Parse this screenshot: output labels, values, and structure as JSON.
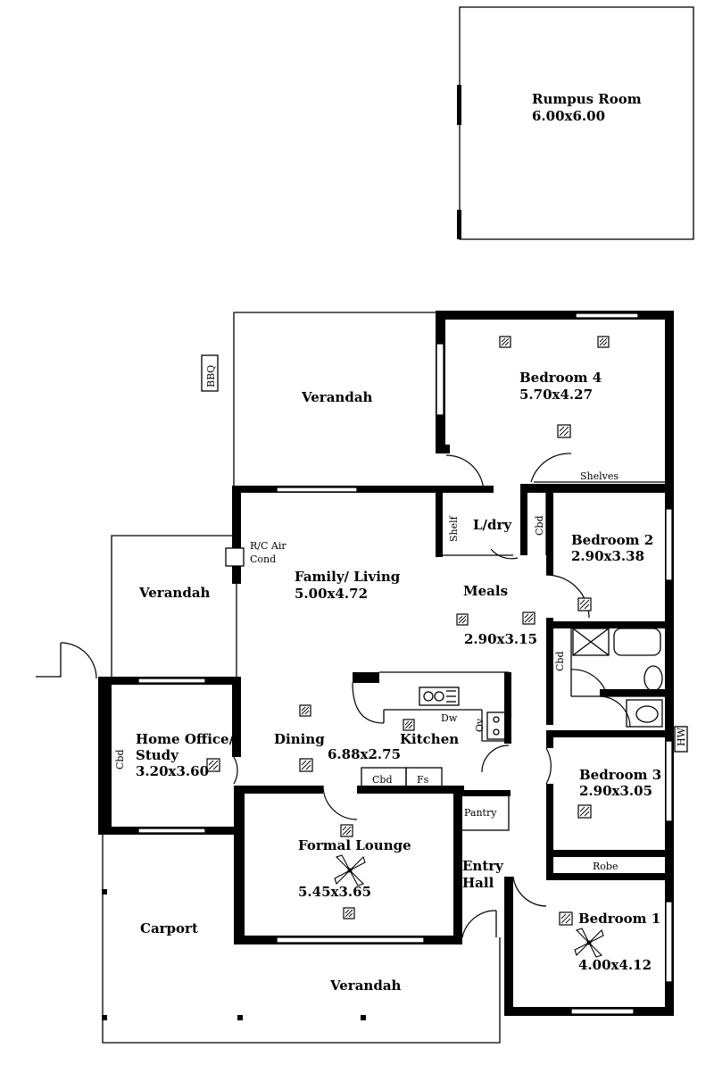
{
  "rooms": {
    "rumpus": {
      "name": "Rumpus Room",
      "size": "6.00x6.00"
    },
    "bedroom4": {
      "name": "Bedroom 4",
      "size": "5.70x4.27"
    },
    "verandah_top": {
      "name": "Verandah"
    },
    "shelves": {
      "name": "Shelves"
    },
    "shelf": {
      "name": "Shelf"
    },
    "laundry": {
      "name": "L/dry"
    },
    "cbd_laundry": {
      "name": "Cbd"
    },
    "bedroom2": {
      "name": "Bedroom 2",
      "size": "2.90x3.38"
    },
    "bbq": {
      "name": "BBQ"
    },
    "aircon": {
      "line1": "R/C Air",
      "line2": "Cond"
    },
    "family": {
      "name": "Family/ Living",
      "size": "5.00x4.72"
    },
    "meals": {
      "name": "Meals",
      "size": "2.90x3.15"
    },
    "verandah_left": {
      "name": "Verandah"
    },
    "cbd_bath": {
      "name": "Cbd"
    },
    "kitchen": {
      "name": "Kitchen",
      "dw": "Dw",
      "ov": "Ov"
    },
    "dining": {
      "name": "Dining",
      "size": "6.88x2.75"
    },
    "home_office": {
      "line1": "Home Office/",
      "line2": "Study",
      "size": "3.20x3.60"
    },
    "cbd_office": {
      "name": "Cbd"
    },
    "cbd_kitchen": {
      "name": "Cbd"
    },
    "fs_kitchen": {
      "name": "Fs"
    },
    "pantry": {
      "name": "Pantry"
    },
    "bedroom3": {
      "name": "Bedroom 3",
      "size": "2.90x3.05"
    },
    "hws": {
      "name": "HW"
    },
    "formal_lounge": {
      "name": "Formal Lounge",
      "size": "5.45x3.65"
    },
    "entry_hall": {
      "line1": "Entry",
      "line2": "Hall"
    },
    "robe": {
      "name": "Robe"
    },
    "bedroom1": {
      "name": "Bedroom 1",
      "size": "4.00x4.12"
    },
    "carport": {
      "name": "Carport"
    },
    "verandah_front": {
      "name": "Verandah"
    }
  }
}
